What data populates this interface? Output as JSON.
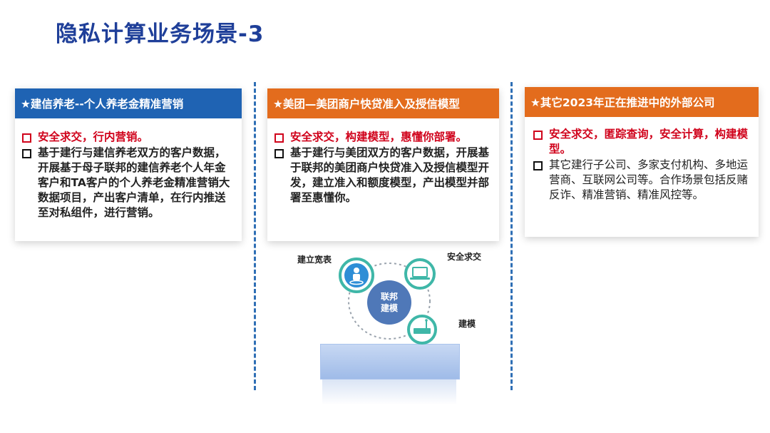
{
  "title": "隐私计算业务场景-3",
  "columns": [
    {
      "header": "★建信养老--个人养老金精准营销",
      "items": [
        {
          "text": "安全求交，行内营销。",
          "highlight": true
        },
        {
          "text": "基于建行与建信养老双方的客户数据，开展基于母子联邦的建信养老个人年金客户和TA客户的个人养老金精准营销大数据项目，产出客户清单，在行内推送至对私组件，进行营销。",
          "highlight": false
        }
      ]
    },
    {
      "header": "★美团—美团商户快贷准入及授信模型",
      "items": [
        {
          "text": "安全求交，构建模型，惠懂你部署。",
          "highlight": true
        },
        {
          "text": "基于建行与美团双方的客户数据，开展基于联邦的美团商户快贷准入及授信模型开发，建立准入和额度模型，产出模型并部署至惠懂你。",
          "highlight": false
        }
      ]
    },
    {
      "header": "★其它2023年正在推进中的外部公司",
      "items": [
        {
          "text": "安全求交，匿踪查询，安全计算，构建模型。",
          "highlight": true
        },
        {
          "text": "其它建行子公司、多家支付机构、多地运营商、互联网公司等。合作场景包括反赌反诈、精准营销、精准风控等。",
          "highlight": false,
          "normal_weight": true
        }
      ]
    }
  ],
  "diagram": {
    "center_label": "联邦\n建模",
    "center_line1": "联邦",
    "center_line2": "建模",
    "node_labels": {
      "left": "建立宽表",
      "right": "安全求交",
      "bottom": "建模"
    }
  },
  "colors": {
    "title": "#1f3f99",
    "blue_header": "#1f63b3",
    "orange_header": "#e36c1d",
    "highlight": "#d0021b",
    "teal": "#3fb7a8",
    "center": "#4f78b8"
  }
}
